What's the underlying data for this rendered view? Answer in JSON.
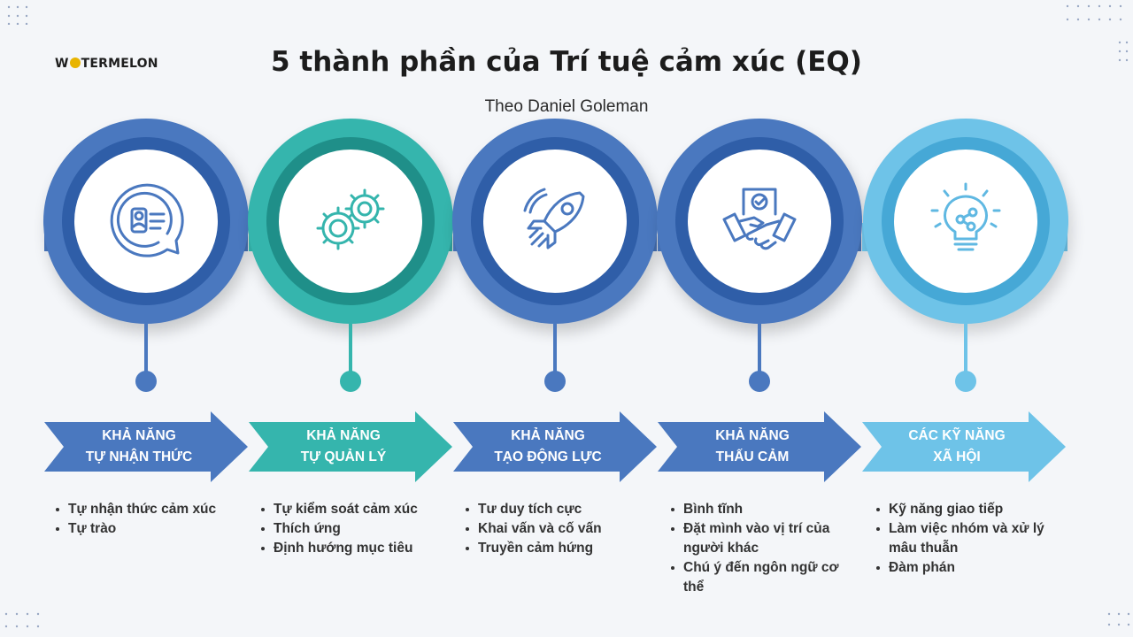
{
  "logo": {
    "pre": "W",
    "post": "TERMELON"
  },
  "title": "5 thành phần của Trí tuệ cảm xúc (EQ)",
  "subtitle": "Theo Daniel Goleman",
  "colors": {
    "blue": "#4a78bf",
    "blue_dark": "#2f5ea8",
    "teal": "#35b5ad",
    "teal_dark": "#1f8f89",
    "sky": "#6ec3e8",
    "sky_dark": "#46a8d6"
  },
  "components": [
    {
      "icon": "self-awareness-contact-icon",
      "label_line1": "KHẢ NĂNG",
      "label_line2": "TỰ NHẬN THỨC",
      "items": [
        "Tự nhận thức cảm xúc",
        "Tự trào"
      ]
    },
    {
      "icon": "gears-icon",
      "label_line1": "KHẢ NĂNG",
      "label_line2": "TỰ QUẢN LÝ",
      "items": [
        "Tự kiểm soát cảm xúc",
        "Thích ứng",
        "Định hướng mục tiêu"
      ]
    },
    {
      "icon": "rocket-icon",
      "label_line1": "KHẢ NĂNG",
      "label_line2": "TẠO ĐỘNG LỰC",
      "items": [
        "Tư duy tích cực",
        "Khai vấn và cố vấn",
        "Truyền cảm hứng"
      ]
    },
    {
      "icon": "handshake-icon",
      "label_line1": "KHẢ NĂNG",
      "label_line2": "THẤU CẢM",
      "items": [
        "Bình tĩnh",
        "Đặt mình vào vị trí của người khác",
        "Chú ý đến ngôn ngữ cơ thể"
      ]
    },
    {
      "icon": "lightbulb-icon",
      "label_line1": "CÁC KỸ NĂNG",
      "label_line2": "XÃ HỘI",
      "items": [
        "Kỹ năng giao tiếp",
        "Làm việc nhóm và xử lý mâu thuẫn",
        "Đàm phán"
      ]
    }
  ]
}
